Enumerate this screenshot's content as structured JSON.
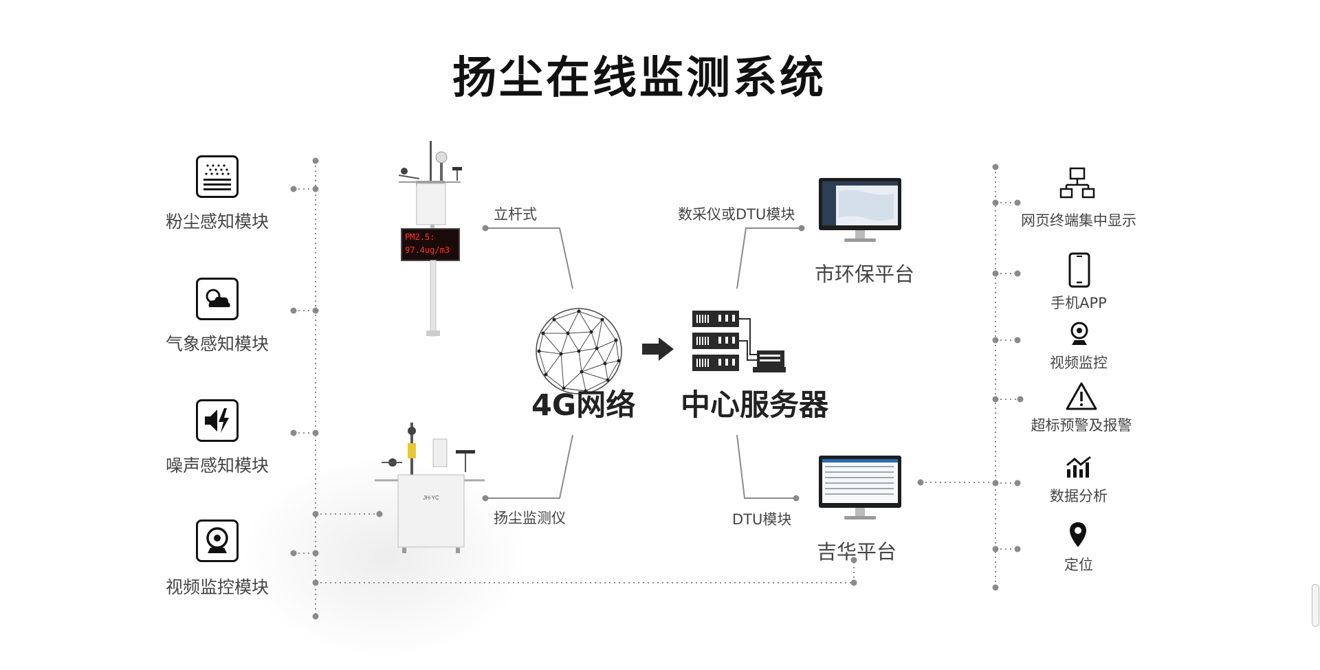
{
  "title": "扬尘在线监测系统",
  "modules": [
    {
      "label": "粉尘感知模块",
      "icon": "dust-icon"
    },
    {
      "label": "气象感知模块",
      "icon": "weather-cloud-icon"
    },
    {
      "label": "噪声感知模块",
      "icon": "noise-speaker-icon"
    },
    {
      "label": "视频监控模块",
      "icon": "camera-icon"
    }
  ],
  "devices": {
    "pole": {
      "label": "立杆式",
      "display_line1": "PM2.5:",
      "display_line2": "97.4ug/m3"
    },
    "box": {
      "label": "扬尘监测仪"
    }
  },
  "network": {
    "label": "4G网络"
  },
  "server": {
    "label": "中心服务器"
  },
  "links": {
    "upper": "数采仪或DTU模块",
    "lower": "DTU模块"
  },
  "platforms": [
    {
      "label": "市环保平台"
    },
    {
      "label": "吉华平台"
    }
  ],
  "services": [
    {
      "label": "网页终端集中显示",
      "icon": "network-terminal-icon"
    },
    {
      "label": "手机APP",
      "icon": "mobile-phone-icon"
    },
    {
      "label": "视频监控",
      "icon": "webcam-icon"
    },
    {
      "label": "超标预警及报警",
      "icon": "warning-triangle-icon"
    },
    {
      "label": "数据分析",
      "icon": "analytics-chart-icon"
    },
    {
      "label": "定位",
      "icon": "location-pin-icon"
    }
  ],
  "colors": {
    "dot_line": "#8a8a8a",
    "dark": "#111111",
    "led_bg": "#1a0a0a",
    "led_text": "#ff3a2a"
  }
}
